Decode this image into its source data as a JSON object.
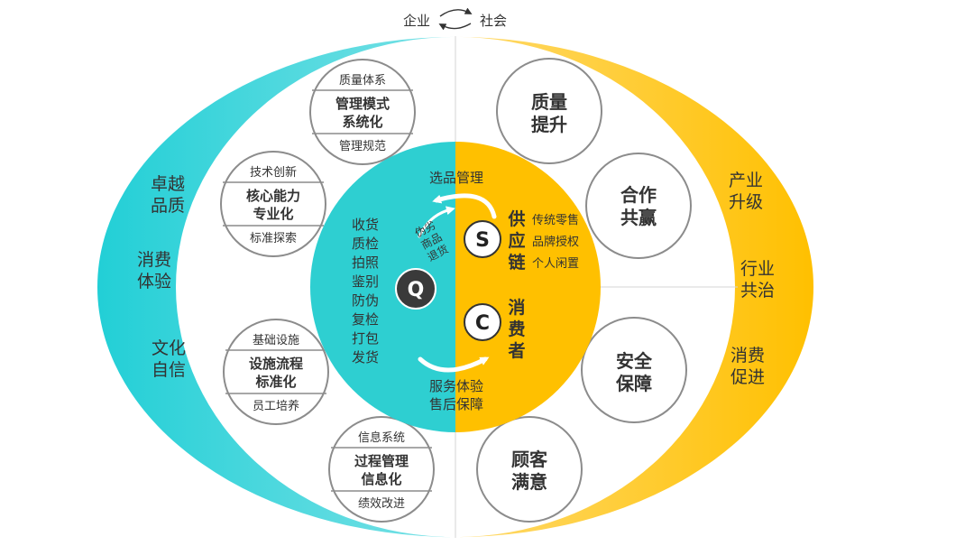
{
  "top": {
    "left": "企业",
    "right": "社会"
  },
  "left_values": [
    [
      "卓越",
      "品质"
    ],
    [
      "消费",
      "体验"
    ],
    [
      "文化",
      "自信"
    ]
  ],
  "right_values": [
    [
      "产业",
      "升级"
    ],
    [
      "行业",
      "共治"
    ],
    [
      "消费",
      "促进"
    ]
  ],
  "left_circles": [
    {
      "top": "质量体系",
      "main": [
        "管理模式",
        "系统化"
      ],
      "bottom": "管理规范"
    },
    {
      "top": "技术创新",
      "main": [
        "核心能力",
        "专业化"
      ],
      "bottom": "标准探索"
    },
    {
      "top": "基础设施",
      "main": [
        "设施流程",
        "标准化"
      ],
      "bottom": "员工培养"
    },
    {
      "top": "信息系统",
      "main": [
        "过程管理",
        "信息化"
      ],
      "bottom": "绩效改进"
    }
  ],
  "right_circles": [
    [
      "质量",
      "提升"
    ],
    [
      "合作",
      "共赢"
    ],
    [
      "安全",
      "保障"
    ],
    [
      "顾客",
      "满意"
    ]
  ],
  "center": {
    "q_letter": "Q",
    "s_letter": "S",
    "c_letter": "C",
    "q_steps": [
      "收货",
      "质检",
      "拍照",
      "鉴别",
      "防伪",
      "复检",
      "打包",
      "发货"
    ],
    "top_label": "选品管理",
    "arrow_label": [
      "伪劣",
      "商品",
      "退货"
    ],
    "supply_title": [
      "供",
      "应",
      "链"
    ],
    "supply_items": [
      "传统零售",
      "品牌授权",
      "个人闲置"
    ],
    "consumer_title": [
      "消",
      "费",
      "者"
    ],
    "bottom_label": [
      "服务体验",
      "售后保障"
    ]
  },
  "colors": {
    "teal": "#2ECFD1",
    "yellow": "#FFC000",
    "dark": "#333333",
    "grey_border": "#8C8C8C"
  }
}
